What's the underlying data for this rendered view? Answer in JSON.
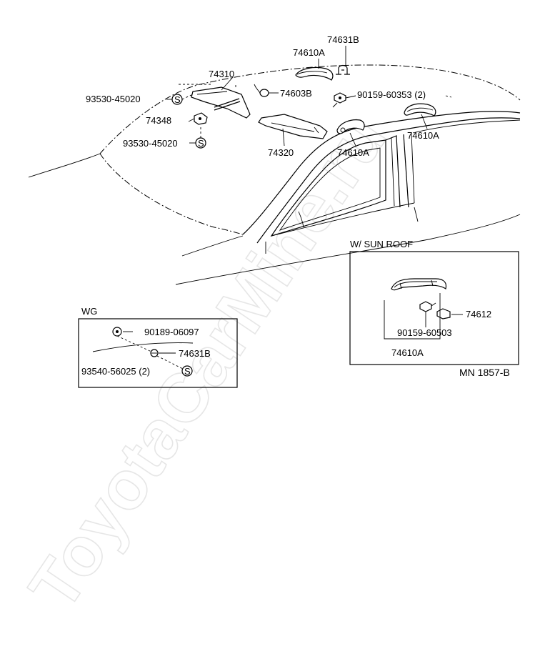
{
  "watermark": "ToyotaCarMine.ru",
  "labels": {
    "p74631B_top": "74631B",
    "p74610A_top": "74610A",
    "p74310": "74310",
    "p93530_a": "93530-45020",
    "p74603B": "74603B",
    "p90159_60353": "90159-60353 (2)",
    "p74348": "74348",
    "p93530_b": "93530-45020",
    "p74320": "74320",
    "p74610A_mid": "74610A",
    "p74610A_right": "74610A",
    "sunroof_title": "W/ SUN ROOF",
    "p74612": "74612",
    "p90159_60503": "90159-60503",
    "p74610A_sunroof": "74610A",
    "wg_title": "WG",
    "p90189_06097": "90189-06097",
    "p74631B_wg": "74631B",
    "p93540_56025": "93540-56025 (2)",
    "diagram_id": "MN 1857-B"
  },
  "symbols": {
    "screw_marker": "S"
  },
  "icons": [
    "hook-icon",
    "screw-icon",
    "clip-icon",
    "grip-handle-icon",
    "sun-visor-icon",
    "bolt-icon"
  ]
}
